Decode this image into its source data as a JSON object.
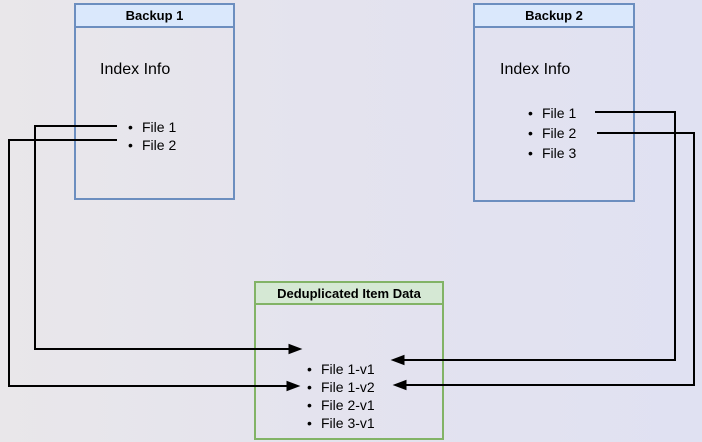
{
  "diagram": {
    "backup1": {
      "title": "Backup 1",
      "section_label": "Index Info",
      "files": [
        "File 1",
        "File 2"
      ]
    },
    "backup2": {
      "title": "Backup 2",
      "section_label": "Index Info",
      "files": [
        "File 1",
        "File 2",
        "File 3"
      ]
    },
    "dedup": {
      "title": "Deduplicated Item Data",
      "items": [
        "File 1-v1",
        "File 1-v2",
        "File 2-v1",
        "File 3-v1"
      ]
    },
    "bullet_glyph": "•",
    "connections": [
      {
        "from": "backup1 File 1",
        "to": "File 1-v1",
        "side": "left"
      },
      {
        "from": "backup1 File 2",
        "to": "File 2-v1",
        "side": "left"
      },
      {
        "from": "backup2 File 1",
        "to": "File 1-v2",
        "side": "right"
      },
      {
        "from": "backup2 File 2",
        "to": "File 2-v1",
        "side": "right"
      }
    ],
    "colors": {
      "backup_header_fill": "#dae8fc",
      "backup_border": "#6c8ebf",
      "dedup_header_fill": "#d5e8d4",
      "dedup_border": "#82b366",
      "connector": "#000000",
      "text": "#000000"
    }
  }
}
